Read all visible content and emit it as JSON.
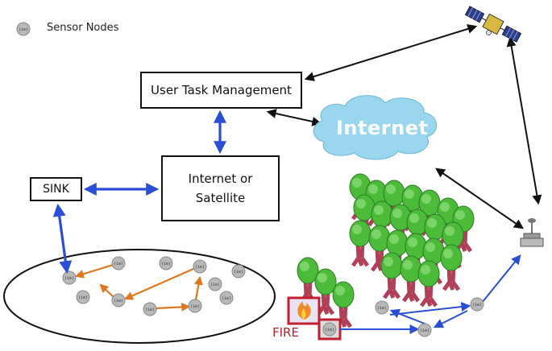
{
  "legend": {
    "label": "Sensor Nodes",
    "node_glyph": "(ie)"
  },
  "boxes": {
    "user_task": "User Task Management",
    "internet_or_satellite_line1": "Internet or",
    "internet_or_satellite_line2": "Satellite",
    "sink": "SINK"
  },
  "cloud": {
    "label": "Internet"
  },
  "fire": {
    "label": "FIRE"
  },
  "colors": {
    "blue_arrow": "#2a4fd6",
    "orange_arrow": "#e0781e",
    "black_arrow": "#111111",
    "cloud": "#9ad6ee",
    "tree_canopy": "#4cbb3a",
    "tree_trunk": "#b04058",
    "fire_frame": "#c02030",
    "node_fill": "#b9b9b9"
  },
  "icons": [
    "satellite-icon",
    "base-station-icon",
    "tree-icon",
    "fire-icon",
    "sensor-node-icon"
  ]
}
